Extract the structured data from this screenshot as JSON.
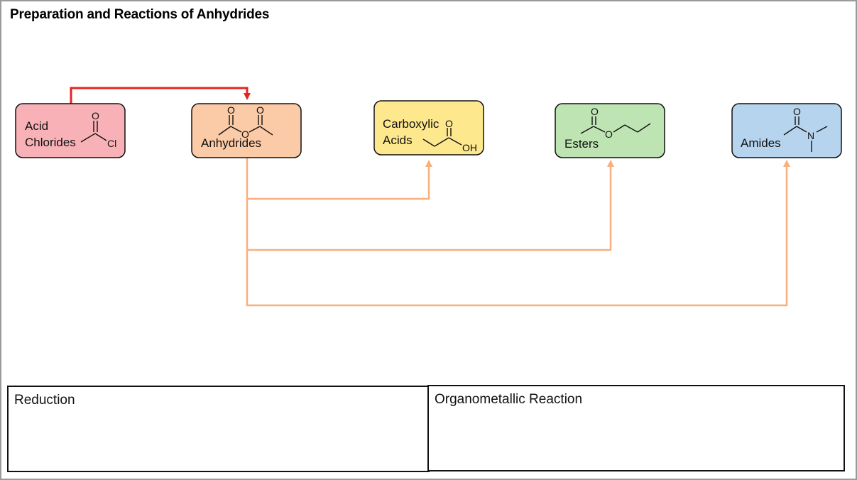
{
  "title": "Preparation and Reactions of Anhydrides",
  "nodes": {
    "acid_chlorides": {
      "line1": "Acid",
      "line2": "Chlorides",
      "atom_o": "O",
      "atom_cl": "Cl",
      "color": "#f8b2b7"
    },
    "anhydrides": {
      "label": "Anhydrides",
      "atom_o1": "O",
      "atom_o2": "O",
      "atom_o3": "O",
      "color": "#fbcaa6"
    },
    "carboxylic_acids": {
      "line1": "Carboxylic",
      "line2": "Acids",
      "atom_o": "O",
      "atom_oh": "OH",
      "color": "#fde88e"
    },
    "esters": {
      "label": "Esters",
      "atom_o1": "O",
      "atom_o2": "O",
      "color": "#bde4b2"
    },
    "amides": {
      "label": "Amides",
      "atom_o": "O",
      "atom_n": "N",
      "color": "#b7d4ee"
    }
  },
  "colors": {
    "preparation_arrow": "#e3241f",
    "reaction_arrow": "#f7b07e",
    "border": "#111111"
  },
  "panels": {
    "reduction": "Reduction",
    "organometallic": "Organometallic Reaction"
  }
}
